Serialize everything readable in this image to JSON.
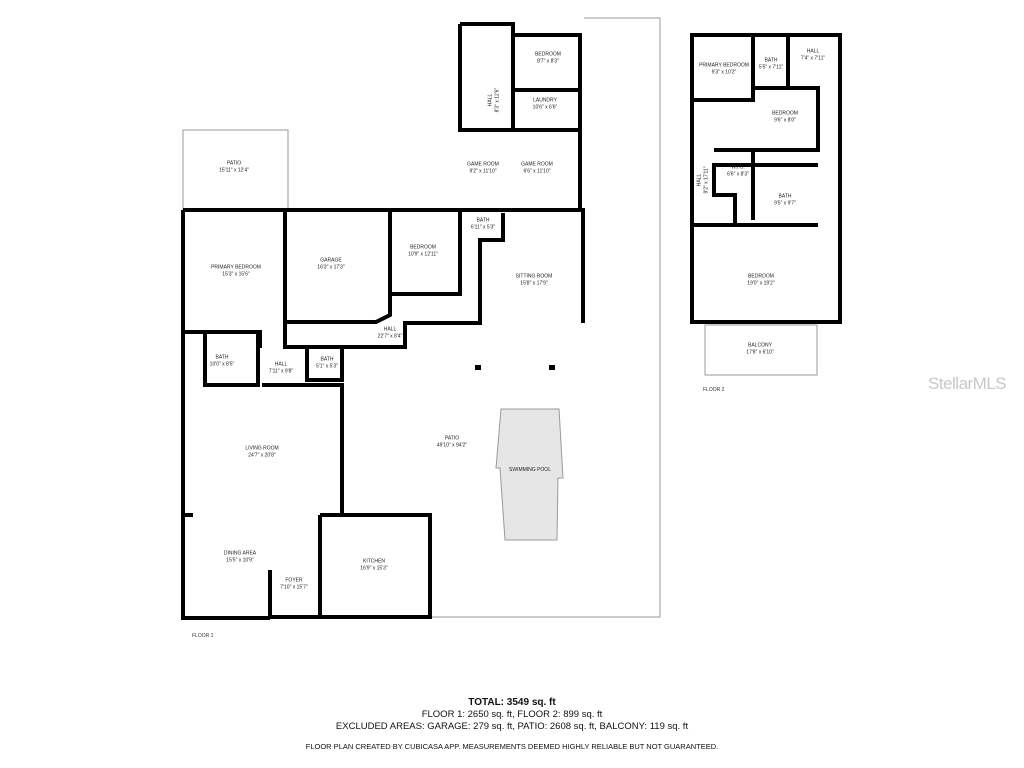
{
  "floor1": {
    "label": "FLOOR 1",
    "rooms": [
      {
        "name": "PATIO",
        "size": "15'11\" x 12'4\""
      },
      {
        "name": "PRIMARY BEDROOM",
        "size": "15'3\" x 15'6\""
      },
      {
        "name": "GARAGE",
        "size": "16'3\" x 17'3\""
      },
      {
        "name": "BEDROOM",
        "size": "10'9\" x 12'11\""
      },
      {
        "name": "BATH",
        "size": "6'11\" x 5'3\""
      },
      {
        "name": "SITTING ROOM",
        "size": "15'8\" x 17'9\""
      },
      {
        "name": "HALL",
        "size": "22'7\" x 8'4\""
      },
      {
        "name": "BATH",
        "size": "10'0\" x 8'5\""
      },
      {
        "name": "HALL",
        "size": "7'11\" x 9'8\""
      },
      {
        "name": "BATH",
        "size": "5'1\" x 5'3\""
      },
      {
        "name": "GAME ROOM",
        "size": "9'2\" x 11'10\""
      },
      {
        "name": "GAME ROOM",
        "size": "6'6\" x 11'10\""
      },
      {
        "name": "BEDROOM",
        "size": "8'7\" x 8'3\""
      },
      {
        "name": "LAUNDRY",
        "size": "10'6\" x 6'6\""
      },
      {
        "name": "HALL",
        "size": "8'3\" x 12'6\""
      },
      {
        "name": "LIVING ROOM",
        "size": "24'7\" x 20'8\""
      },
      {
        "name": "PATIO",
        "size": "49'10\" x 94'2\""
      },
      {
        "name": "SWIMMING POOL",
        "size": ""
      },
      {
        "name": "DINING AREA",
        "size": "15'5\" x 10'9\""
      },
      {
        "name": "FOYER",
        "size": "7'10\" x 15'7\""
      },
      {
        "name": "KITCHEN",
        "size": "16'9\" x 15'3\""
      }
    ]
  },
  "floor2": {
    "label": "FLOOR 2",
    "rooms": [
      {
        "name": "PRIMARY BEDROOM",
        "size": "9'3\" x 10'2\""
      },
      {
        "name": "BATH",
        "size": "5'5\" x 7'11\""
      },
      {
        "name": "HALL",
        "size": "7'4\" x 7'11\""
      },
      {
        "name": "BEDROOM",
        "size": "9'6\" x 8'0\""
      },
      {
        "name": "W.I.C.",
        "size": "6'6\" x 8'3\""
      },
      {
        "name": "HALL",
        "size": "9'2\" x 17'11\""
      },
      {
        "name": "BATH",
        "size": "9'5\" x 9'7\""
      },
      {
        "name": "BEDROOM",
        "size": "19'0\" x 19'2\""
      },
      {
        "name": "BALCONY",
        "size": "17'8\" x 6'10\""
      }
    ]
  },
  "watermark": "StellarMLS",
  "summary": {
    "total": "TOTAL: 3549 sq. ft",
    "floors": "FLOOR 1: 2650 sq. ft, FLOOR 2: 899 sq. ft",
    "excluded": "EXCLUDED AREAS: GARAGE: 279 sq. ft, PATIO: 2608 sq. ft, BALCONY: 119 sq. ft",
    "disclaimer": "FLOOR PLAN CREATED BY CUBICASA APP. MEASUREMENTS DEEMED HIGHLY RELIABLE BUT NOT GUARANTEED."
  },
  "colors": {
    "wall": "#000000",
    "pool": "#e6e6e6",
    "outline": "#9a9a9a",
    "watermark": "#c8c8c8"
  }
}
